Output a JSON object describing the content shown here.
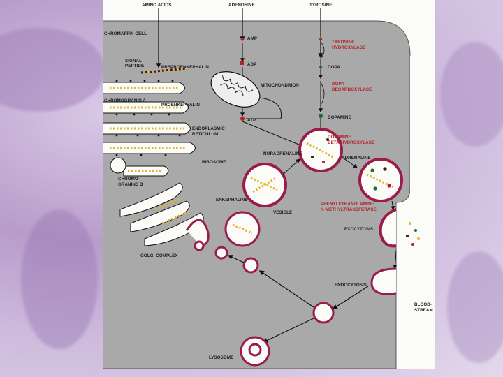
{
  "labels": {
    "amino_acids": "AMINO ACIDS",
    "adenosine": "ADENOSINE",
    "tyrosine": "TYROSINE",
    "chromaffin_cell": "CHROMAFFIN CELL",
    "amp": "AMP",
    "adp": "ADP",
    "atp": "ATP",
    "tyrosine_hydroxylase_1": "TYROSINE",
    "tyrosine_hydroxylase_2": "HYDROXYLASE",
    "dopa": "DOPA",
    "dopa_decarboxylase_1": "DOPA",
    "dopa_decarboxylase_2": "DECARBOXYLASE",
    "dopamine": "DOPAMINE",
    "dopamine_bh_1": "DOPAMINE",
    "dopamine_bh_2": "BETA-HYDROXYLASE",
    "noradrenaline": "NORADRENALINE",
    "adrenaline": "ADRENALINE",
    "pnmt_1": "PHENYLETHANOLAMINE",
    "pnmt_2": "N-METHYLTRANSFERASE",
    "signal_peptide_1": "SIGNAL",
    "signal_peptide_2": "PEPTIDE",
    "preproenkephalin": "PREPROENKEPHALIN",
    "chromogranin_a": "CHROMOGRANIN A",
    "proenkephalin": "PROENKEPHALIN",
    "mitochondrion": "MITOCHONDRION",
    "er_1": "ENDOPLASMIC",
    "er_2": "RETICULUM",
    "ribosome": "RIBOSOME",
    "chromogranins_b_1": "CHROMO-",
    "chromogranins_b_2": "GRANINS B",
    "enkephalins": "ENKEPHALINS",
    "vesicle": "VESICLE",
    "exocytosis": "EXOCYTOSIS",
    "golgi_complex": "GOLGI COMPLEX",
    "endocytosis": "ENDOCYTOSIS",
    "bloodstream_1": "BLOOD-",
    "bloodstream_2": "STREAM",
    "lysosome": "LYSOSOME"
  },
  "colors": {
    "cell": "#a9a9a9",
    "membrane": "#9b1c4b",
    "granule_gold": "#e7b22c",
    "granule_dark": "#3b1a10",
    "accent_red": "#b22226",
    "granule_green": "#1f6b2a"
  }
}
